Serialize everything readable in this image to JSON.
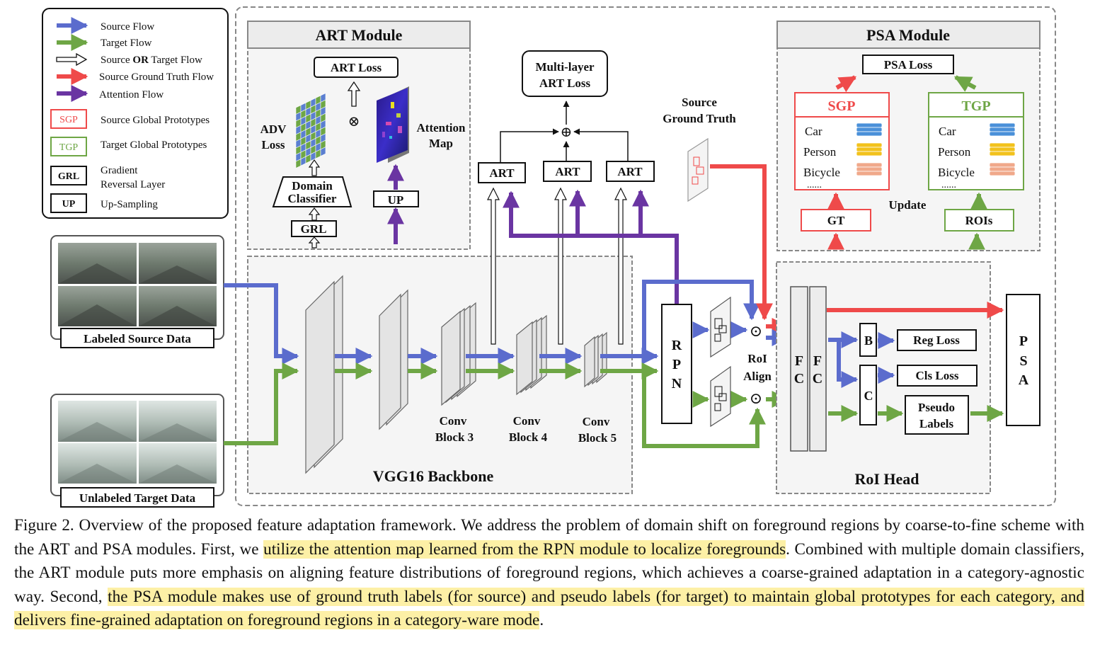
{
  "legend": {
    "source_flow": "Source Flow",
    "target_flow": "Target Flow",
    "either_flow_pre": "Source ",
    "either_flow_or": "OR",
    "either_flow_post": " Target Flow",
    "gt_flow": "Source Ground Truth Flow",
    "attention_flow": "Attention Flow",
    "sgp_tag": "SGP",
    "sgp_desc": "Source Global Prototypes",
    "tgp_tag": "TGP",
    "tgp_desc": "Target Global Prototypes",
    "grl_tag": "GRL",
    "grl_desc_1": "Gradient",
    "grl_desc_2": "Reversal Layer",
    "up_tag": "UP",
    "up_desc": "Up-Sampling"
  },
  "art_module": {
    "title": "ART Module",
    "loss": "ART Loss",
    "adv_loss_1": "ADV",
    "adv_loss_2": "Loss",
    "attention_map_1": "Attention",
    "attention_map_2": "Map",
    "domain_classifier_1": "Domain",
    "domain_classifier_2": "Classifier",
    "grl": "GRL",
    "up": "UP",
    "otimes": "⊗"
  },
  "multilayer_loss_1": "Multi-layer",
  "multilayer_loss_2": "ART Loss",
  "oplus": "⊕",
  "art_block": "ART",
  "source_gt_1": "Source",
  "source_gt_2": "Ground Truth",
  "psa_module": {
    "title": "PSA Module",
    "loss": "PSA Loss",
    "sgp": "SGP",
    "tgp": "TGP",
    "categories": [
      "Car",
      "Person",
      "Bicycle"
    ],
    "more": "......",
    "update": "Update",
    "gt": "GT",
    "rois": "ROIs"
  },
  "inputs": {
    "source_label": "Labeled Source Data",
    "target_label": "Unlabeled Target Data"
  },
  "backbone": {
    "title": "VGG16 Backbone",
    "conv3_1": "Conv",
    "conv3_2": "Block 3",
    "conv4_1": "Conv",
    "conv4_2": "Block 4",
    "conv5_1": "Conv",
    "conv5_2": "Block 5"
  },
  "rpn_letters": [
    "R",
    "P",
    "N"
  ],
  "roi_align_1": "RoI",
  "roi_align_2": "Align",
  "odot": "⊙",
  "roi_head": {
    "title": "RoI Head",
    "fc_letters": [
      "F",
      "C"
    ],
    "b": "B",
    "c": "C",
    "reg_loss": "Reg Loss",
    "cls_loss": "Cls Loss",
    "pseudo_1": "Pseudo",
    "pseudo_2": "Labels",
    "psa_letters": [
      "P",
      "S",
      "A"
    ]
  },
  "colors": {
    "source": "#5b6ccd",
    "target": "#6ea645",
    "ground_truth": "#ef4a4a",
    "attention": "#6a35a2",
    "highlight": "#fdf0a6"
  },
  "caption": {
    "part1": "Figure 2. Overview of the proposed feature adaptation framework.  We address the problem of domain shift on foreground regions by coarse-to-fine scheme with the ART and PSA modules. First, we ",
    "hl1": "utilize the attention map learned from the RPN module to localize foregrounds",
    "part2": ". Combined with multiple domain classifiers, the ART module puts more emphasis on aligning feature distributions of foreground regions, which achieves a coarse-grained adaptation in a category-agnostic way.  Second, ",
    "hl2": "the PSA module makes use of ground truth labels (for source) and pseudo labels (for target) to maintain global prototypes for each category, and delivers fine-grained adaptation on foreground regions in a category-ware mode",
    "part3": "."
  }
}
